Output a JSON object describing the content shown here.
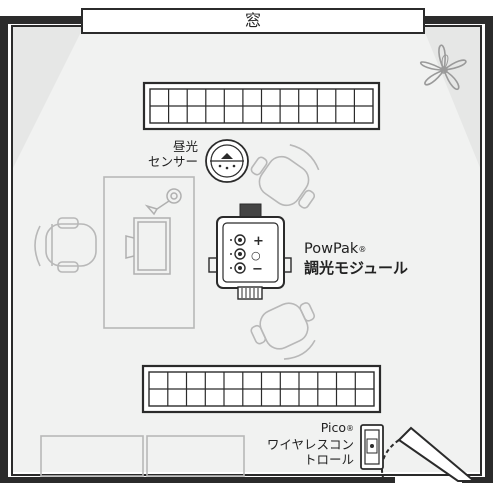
{
  "window": {
    "label": "窓"
  },
  "daylight_sensor": {
    "label_line1": "昼光",
    "label_line2": "センサー",
    "icon": "daylight-sensor-icon"
  },
  "powpak": {
    "label_line1": "PowPak",
    "registered_mark": "®",
    "label_line2": "調光モジュール",
    "icon": "powpak-module-icon",
    "buttons": [
      "+",
      "○",
      "−"
    ]
  },
  "pico": {
    "label_line1": "Pico",
    "registered_mark": "®",
    "label_line2": "ワイヤレスコン",
    "label_line3": "トロール",
    "icon": "pico-remote-icon"
  },
  "colors": {
    "wall": "#2a2a2a",
    "floor": "#e6e7e6",
    "light_beam": "#f2f3f2",
    "fixture_stroke": "#333333",
    "furniture_stroke": "#b8b8b8",
    "plant_stroke": "#9a9a9a"
  }
}
